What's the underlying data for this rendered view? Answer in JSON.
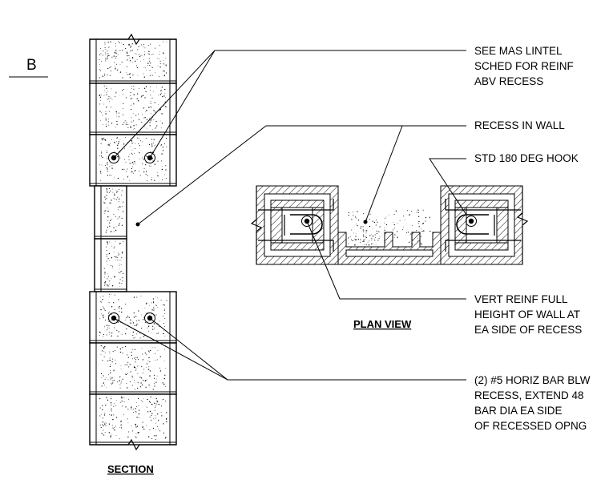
{
  "detail": {
    "mark": "B"
  },
  "notes": {
    "lintel": [
      "SEE MAS LINTEL",
      "SCHED FOR REINF",
      "ABV RECESS"
    ],
    "recess": [
      "RECESS IN WALL"
    ],
    "hook": [
      "STD 180 DEG HOOK"
    ],
    "vert_reinf": [
      "VERT REINF FULL",
      "HEIGHT OF WALL AT",
      "EA SIDE OF RECESS"
    ],
    "horiz_bar": [
      "(2) #5 HORIZ BAR BLW",
      "RECESS, EXTEND 48",
      "BAR DIA EA SIDE",
      "OF RECESSED OPNG"
    ]
  },
  "views": {
    "section_title": "SECTION",
    "plan_title": "PLAN VIEW"
  }
}
